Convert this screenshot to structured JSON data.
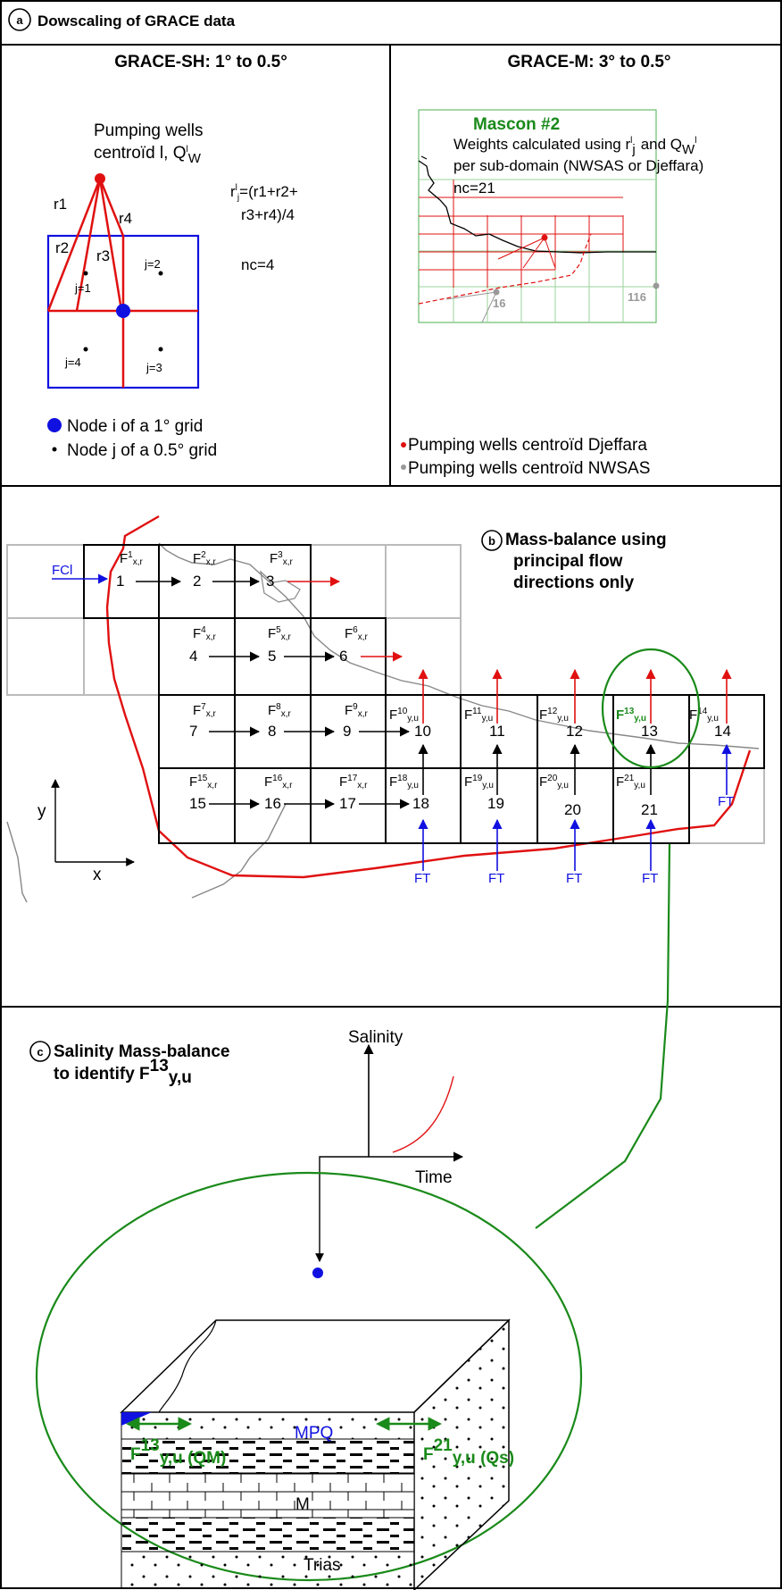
{
  "panel_a": {
    "badge": "a",
    "title": "Dowscaling of GRACE data",
    "left": {
      "heading": "GRACE-SH: 1° to 0.5°",
      "wells_line1": "Pumping wells",
      "wells_line2": "centroïd l, Q",
      "wells_sup": "l",
      "wells_sub": "W",
      "r_labels": [
        "r1",
        "r2",
        "r3",
        "r4"
      ],
      "formula_line1": "r",
      "formula_line1_sup": "l",
      "formula_line1_sub": "j",
      "formula_line1_rest": "=(r1+r2+",
      "formula_line2": "r3+r4)/4",
      "nc": "nc=4",
      "nodes": [
        "j=1",
        "j=2",
        "j=3",
        "j=4"
      ],
      "legend_i": "Node i of a 1° grid",
      "legend_j": "Node j of a 0.5° grid"
    },
    "right": {
      "heading": "GRACE-M: 3° to 0.5°",
      "mascon": "Mascon #2",
      "weights_line1": "Weights calculated using r",
      "weights_line1_sup": "l",
      "weights_line1_sub": "j",
      "weights_line1_rest": "and  Q",
      "weights_line1_sub2": "W",
      "weights_line1_sup2": "l",
      "weights_line2": "per sub-domain (NWSAS or Djeffara)",
      "nc": "nc=21",
      "cell_16": "16",
      "cell_116": "116",
      "legend_djeffara": "Pumping wells centroïd Djeffara",
      "legend_nwsas": "Pumping wells centroïd NWSAS"
    }
  },
  "panel_b": {
    "badge": "b",
    "title_line1": "Mass-balance using",
    "title_line2": "principal flow",
    "title_line3": "directions only",
    "fcl": "FCl",
    "ft": "FT",
    "axis_y": "y",
    "axis_x": "x",
    "cells": [
      {
        "id": "1",
        "flux": "F",
        "sup": "1",
        "sub": "x,r"
      },
      {
        "id": "2",
        "flux": "F",
        "sup": "2",
        "sub": "x,r"
      },
      {
        "id": "3",
        "flux": "F",
        "sup": "3",
        "sub": "x,r"
      },
      {
        "id": "4",
        "flux": "F",
        "sup": "4",
        "sub": "x,r"
      },
      {
        "id": "5",
        "flux": "F",
        "sup": "5",
        "sub": "x,r"
      },
      {
        "id": "6",
        "flux": "F",
        "sup": "6",
        "sub": "x,r"
      },
      {
        "id": "7",
        "flux": "F",
        "sup": "7",
        "sub": "x,r"
      },
      {
        "id": "8",
        "flux": "F",
        "sup": "8",
        "sub": "x,r"
      },
      {
        "id": "9",
        "flux": "F",
        "sup": "9",
        "sub": "x,r"
      },
      {
        "id": "10",
        "flux": "F",
        "sup": "10",
        "sub": "y,u"
      },
      {
        "id": "11",
        "flux": "F",
        "sup": "11",
        "sub": "y,u"
      },
      {
        "id": "12",
        "flux": "F",
        "sup": "12",
        "sub": "y,u"
      },
      {
        "id": "13",
        "flux": "F",
        "sup": "13",
        "sub": "y,u"
      },
      {
        "id": "14",
        "flux": "F",
        "sup": "14",
        "sub": "y,u"
      },
      {
        "id": "15",
        "flux": "F",
        "sup": "15",
        "sub": "x,r"
      },
      {
        "id": "16",
        "flux": "F",
        "sup": "16",
        "sub": "x,r"
      },
      {
        "id": "17",
        "flux": "F",
        "sup": "17",
        "sub": "x,r"
      },
      {
        "id": "18",
        "flux": "F",
        "sup": "18",
        "sub": "y,u"
      },
      {
        "id": "19",
        "flux": "F",
        "sup": "19",
        "sub": "y,u"
      },
      {
        "id": "20",
        "flux": "F",
        "sup": "20",
        "sub": "y,u"
      },
      {
        "id": "21",
        "flux": "F",
        "sup": "21",
        "sub": "y,u"
      }
    ]
  },
  "panel_c": {
    "badge": "c",
    "title_line1": "Salinity Mass-balance",
    "title_line2": "to identify F",
    "title_sup": "13",
    "title_sub": "y,u",
    "salinity": "Salinity",
    "time": "Time",
    "mpq": "MPQ",
    "m": "M",
    "trias": "Trias",
    "f13": "F",
    "f13_sup": "13",
    "f13_sub": "y,u (QM)",
    "f21": "F",
    "f21_sup": "21",
    "f21_sub": "y,u (Qs)"
  },
  "colors": {
    "red": "#e01010",
    "blue": "#1010e0",
    "green": "#1a8a1a",
    "grey": "#999999"
  }
}
